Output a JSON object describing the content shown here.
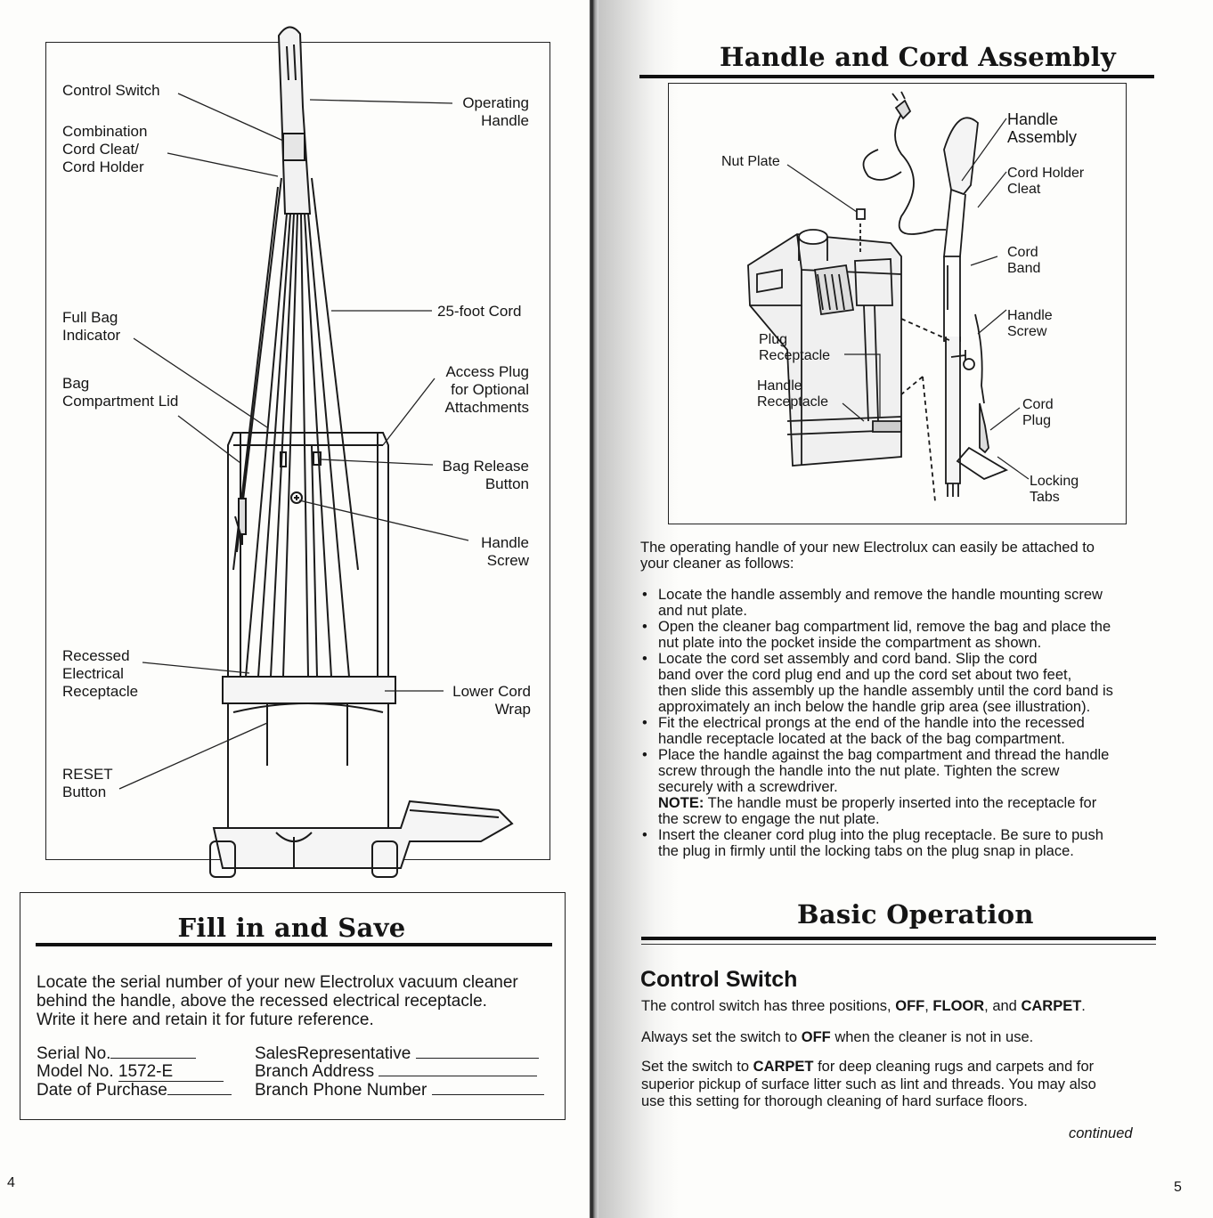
{
  "left_page": {
    "diagram_labels": {
      "control_switch": "Control Switch",
      "combo_cord": [
        "Combination",
        "Cord Cleat/",
        "Cord Holder"
      ],
      "full_bag": [
        "Full Bag",
        "Indicator"
      ],
      "bag_lid": [
        "Bag",
        "Compartment Lid"
      ],
      "recessed": [
        "Recessed",
        "Electrical",
        "Receptacle"
      ],
      "reset": [
        "RESET",
        "Button"
      ],
      "operating_handle": [
        "Operating",
        "Handle"
      ],
      "cord_25": "25-foot Cord",
      "access_plug": [
        "Access Plug",
        "for Optional",
        "Attachments"
      ],
      "bag_release": [
        "Bag Release",
        "Button"
      ],
      "handle_screw": [
        "Handle",
        "Screw"
      ],
      "lower_cord": [
        "Lower Cord",
        "Wrap"
      ]
    },
    "fill_in": {
      "title": "Fill in and Save",
      "text": [
        "Locate the serial number of your new Electrolux vacuum cleaner",
        "behind the handle, above the recessed electrical receptacle.",
        "Write it here and retain it for future reference."
      ],
      "serial_label": "Serial No.",
      "model_label": "Model No.",
      "model_value": "1572-E",
      "date_label": "Date of Purchase",
      "sales_label": "SalesRepresentative",
      "branch_address_label": "Branch Address",
      "branch_phone_label": "Branch Phone Number"
    },
    "page_number": "4"
  },
  "right_page": {
    "handle_title": "Handle and Cord Assembly",
    "diagram_labels": {
      "nut_plate": "Nut Plate",
      "plug_receptacle": [
        "Plug",
        "Receptacle"
      ],
      "handle_receptacle": [
        "Handle",
        "Receptacle"
      ],
      "handle_assembly": [
        "Handle",
        "Assembly"
      ],
      "cord_holder_cleat": [
        "Cord Holder",
        "Cleat"
      ],
      "cord_band": [
        "Cord",
        "Band"
      ],
      "handle_screw": [
        "Handle",
        "Screw"
      ],
      "cord_plug": [
        "Cord",
        "Plug"
      ],
      "locking_tabs": [
        "Locking",
        "Tabs"
      ]
    },
    "intro": [
      "The operating handle of your new Electrolux  can easily  be attached  to",
      "your cleaner as follows:"
    ],
    "steps": [
      [
        "Locate the handle assembly and remove the handle mounting screw",
        "and nut plate."
      ],
      [
        "Open the cleaner bag compartment lid, remove the bag and place the",
        "nut plate into the pocket inside the compartment as shown."
      ],
      [
        "Locate the cord set assembly and cord band.  Slip the cord",
        "band over the cord plug end and up the cord set about two feet,",
        "then slide this assembly up the handle assembly until the cord band is",
        "approximately an inch below the handle grip area (see illustration)."
      ],
      [
        "Fit the electrical prongs at the end of the handle into the recessed",
        "handle receptacle located at the back of the bag compartment."
      ],
      [
        "Place the handle against the bag compartment and thread the handle",
        "screw through the handle into the nut plate.  Tighten the screw",
        "securely with a screwdriver."
      ],
      [
        "Insert the cleaner cord plug into the plug receptacle.  Be sure to push",
        "the plug in firmly until the locking tabs on the plug snap in place."
      ]
    ],
    "note_label": "NOTE:",
    "note_text": [
      "  The  handle must be properly inserted into the receptacle for",
      "the screw to engage the nut plate."
    ],
    "basic_title": "Basic Operation",
    "control_heading": "Control Switch",
    "cs_p1_pre": "The  control switch has three positions, ",
    "cs_off": "OFF",
    "cs_comma1": ", ",
    "cs_floor": "FLOOR",
    "cs_and": ", and ",
    "cs_carpet": "CARPET",
    "cs_period": ".",
    "cs_p2_pre": "Always set the switch to ",
    "cs_p2_off": "OFF",
    "cs_p2_post": " when the cleaner is not in use.",
    "cs_p3_pre": "Set the switch to ",
    "cs_p3_carpet": "CARPET",
    "cs_p3_line1": " for deep cleaning rugs and carpets and for",
    "cs_p3_line2": "superior pickup of surface litter such as lint and threads.  You may also",
    "cs_p3_line3": "use this setting for thorough cleaning of hard surface floors.",
    "continued": "continued",
    "page_number": "5"
  }
}
